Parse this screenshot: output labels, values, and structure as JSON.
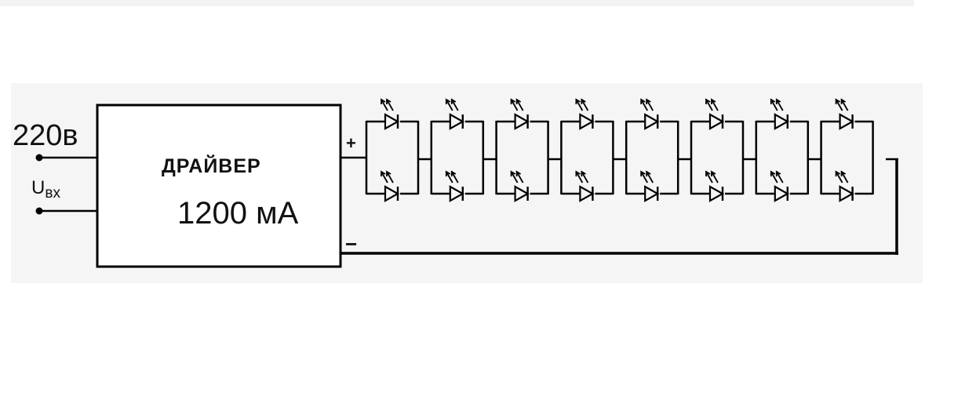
{
  "input": {
    "voltage_label": "220в",
    "u_label": "U",
    "u_subscript": "вх"
  },
  "driver": {
    "title": "ДРАЙВЕР",
    "current": "1200 мА",
    "plus_label": "+",
    "minus_label": "−"
  },
  "led_array": {
    "groups": 8,
    "leds_per_group": 2,
    "connection": "series groups of parallel LED pairs"
  },
  "colors": {
    "line": "#000000",
    "background": "#ffffff"
  }
}
